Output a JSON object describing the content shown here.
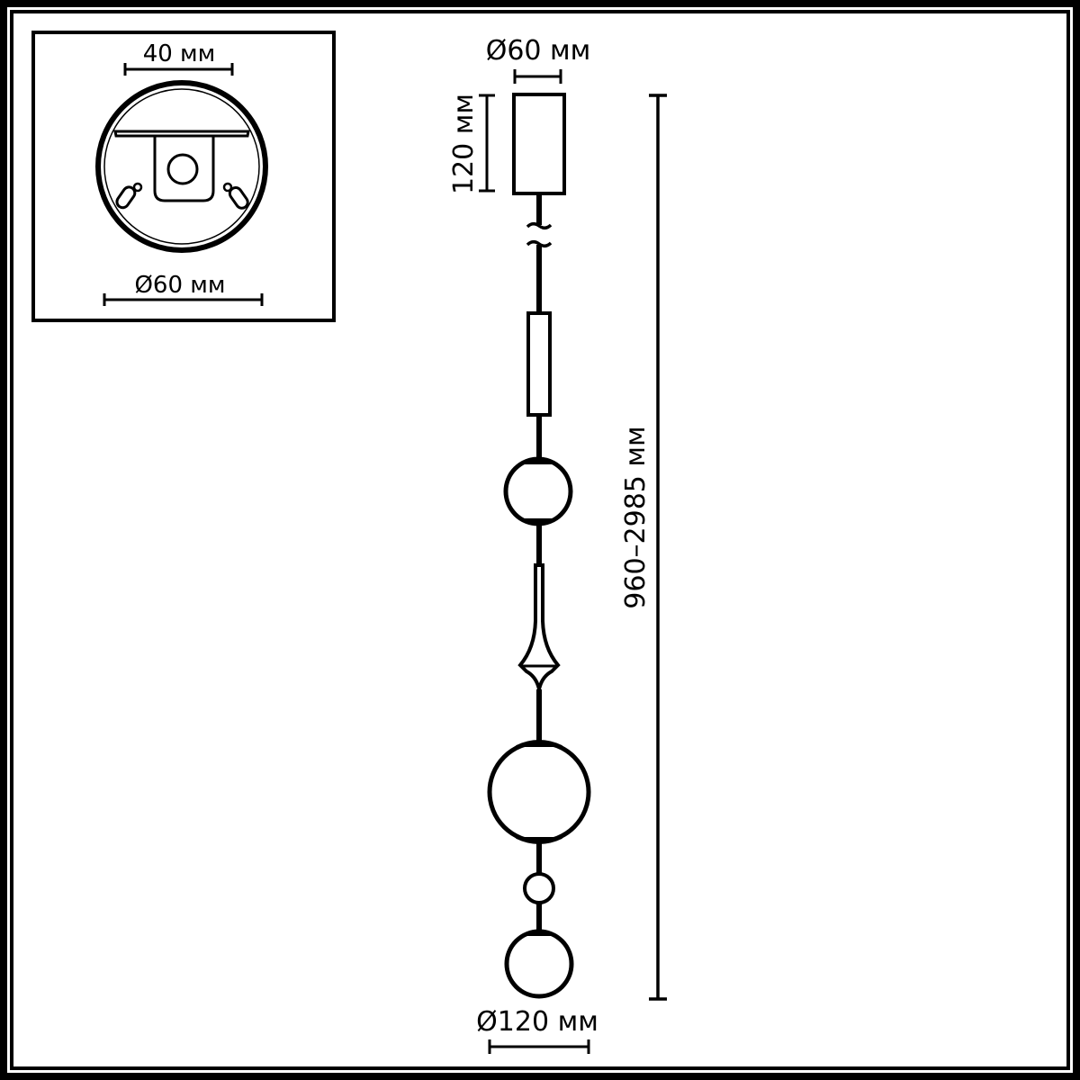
{
  "inset": {
    "top_dimension": "40 мм",
    "bottom_dimension": "Ø60 мм"
  },
  "lamp": {
    "canopy_diameter": "Ø60 мм",
    "canopy_height": "120 мм",
    "total_height": "960–2985 мм",
    "shade_diameter": "Ø120 мм"
  },
  "colors": {
    "line": "#000000",
    "background": "#ffffff"
  }
}
